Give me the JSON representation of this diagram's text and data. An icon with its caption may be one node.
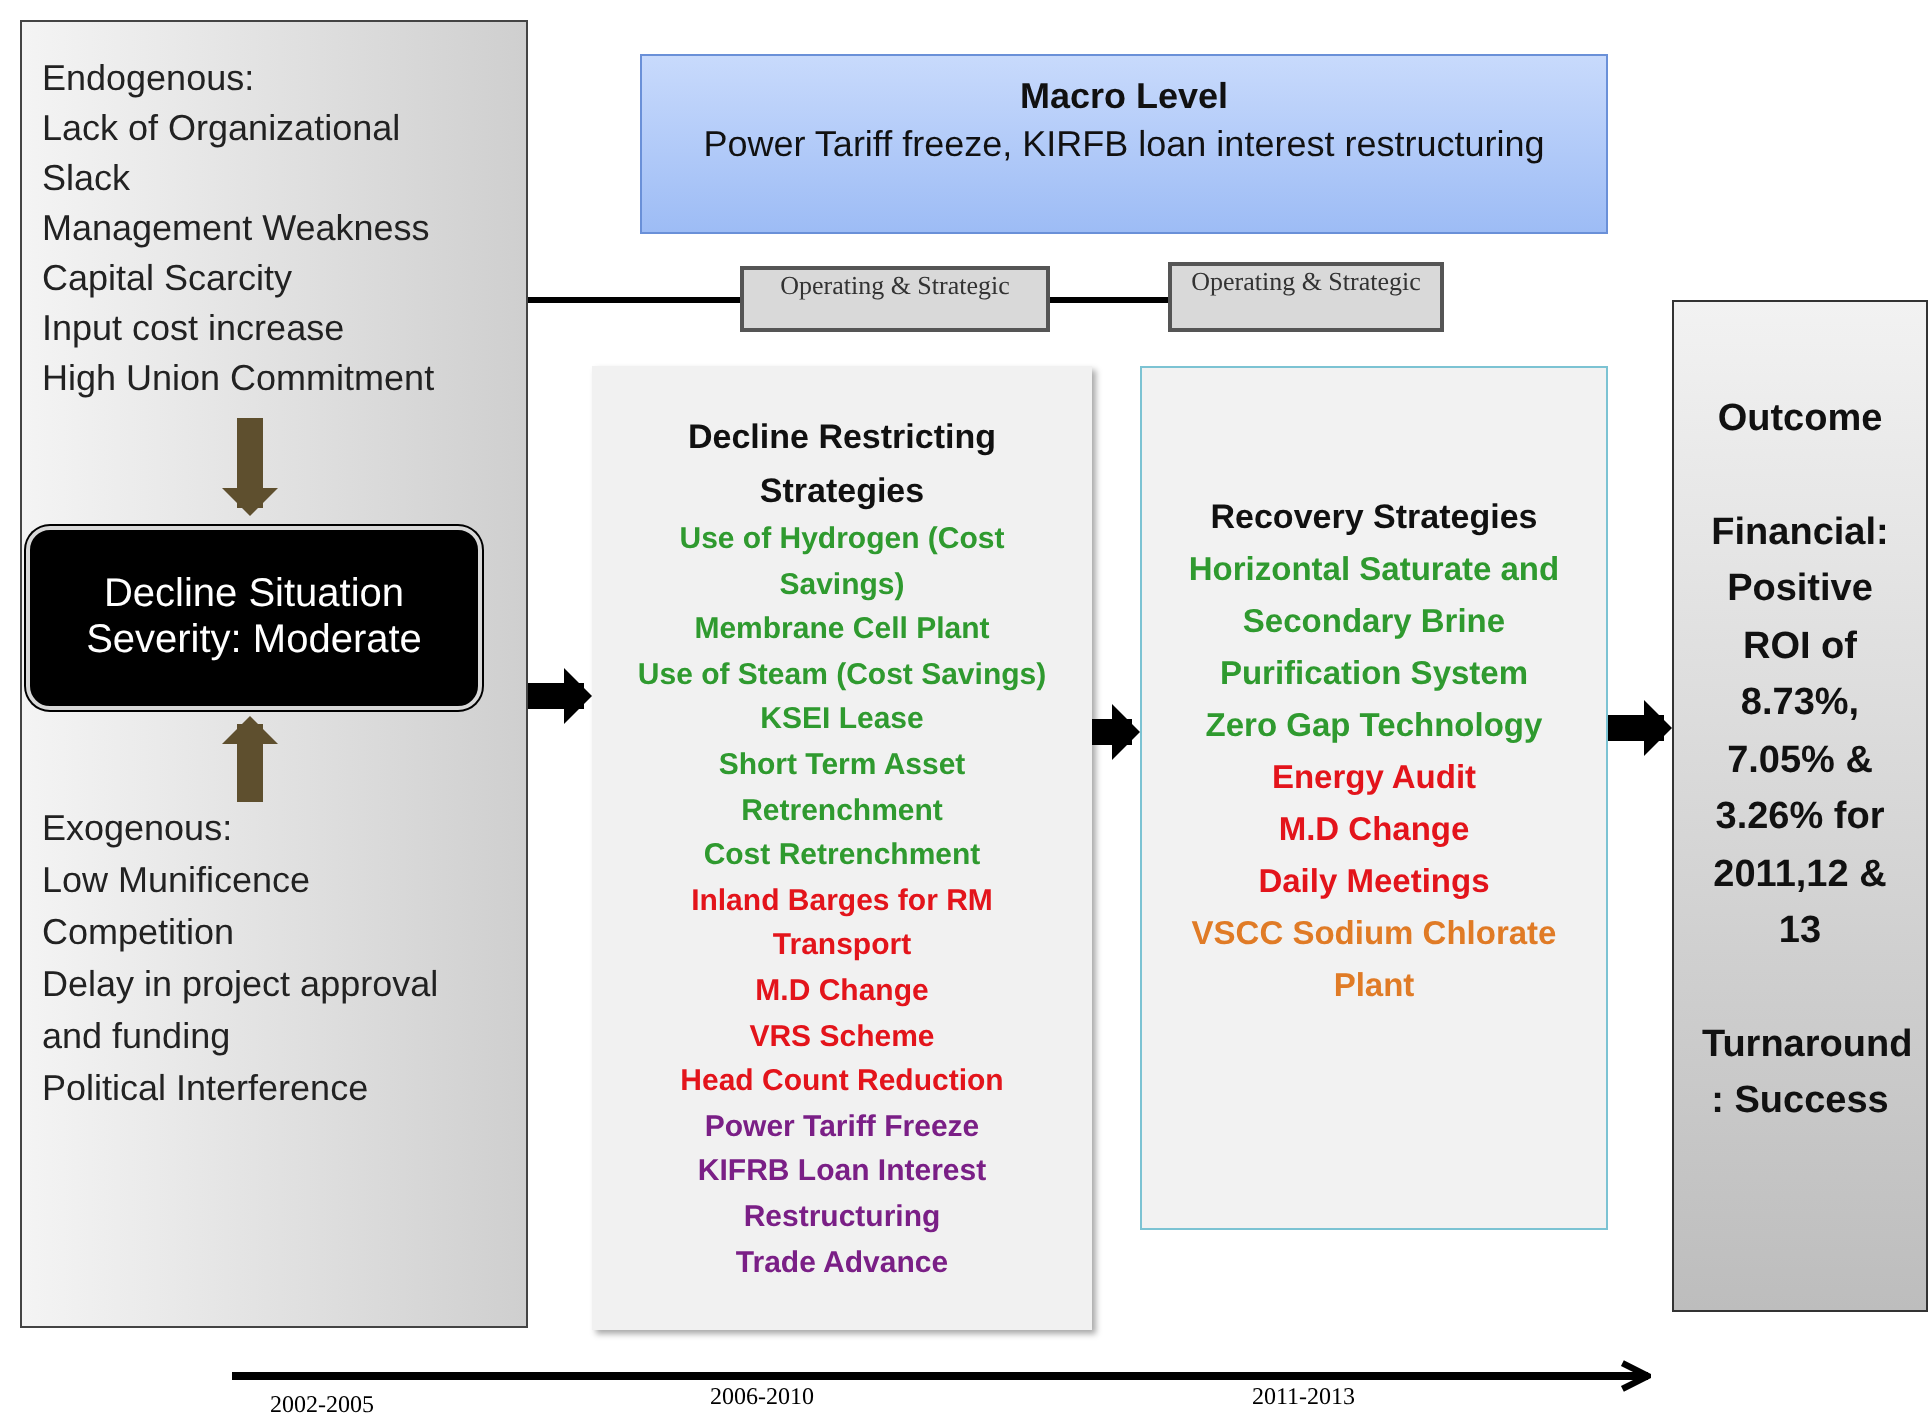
{
  "diagram": {
    "nodes": [
      {
        "text": [],
        "shape": "box"
      },
      {
        "text": [
          "Endogenous:",
          "Lack of Organizational Slack",
          "Management Weakness",
          "Capital Scarcity",
          "Input cost increase",
          "High Union Commitment"
        ],
        "in": 0
      },
      {
        "text": [
          "Decline Situation Severity: Moderate"
        ],
        "in": 0
      },
      {
        "text": [
          "Exogenous:",
          "Low Munificence",
          "Competition",
          "Delay in project approval and funding",
          "Political Interference"
        ],
        "in": 0
      },
      {
        "text": [
          "Macro Level",
          "Power Tariff freeze, KIRFB loan interest restructuring"
        ]
      },
      {
        "text": [
          "Operating & Strategic"
        ]
      },
      {
        "text": [
          "Operating & Strategic"
        ]
      },
      {
        "text": [
          "Decline Restricting Strategies",
          "Use of Hydrogen (Cost Savings)",
          "Membrane Cell Plant",
          "Use of Steam (Cost Savings)",
          "KSEI Lease",
          "Short Term Asset Retrenchment",
          "Cost Retrenchment",
          "Inland Barges for RM Transport",
          "M.D Change",
          "VRS Scheme",
          "Head Count Reduction",
          "Power Tariff Freeze",
          "KIFRB Loan Interest Restructuring",
          "Trade Advance"
        ]
      },
      {
        "text": [
          "Recovery Strategies",
          "Horizontal Saturate and Secondary Brine Purification System",
          "Zero Gap Technology",
          "Energy Audit",
          "M.D Change",
          "Daily Meetings",
          "VSCC Sodium Chlorate Plant"
        ]
      },
      {
        "text": [
          "Outcome",
          "Financial: Positive ROI of 8.73%, 7.05% & 3.26% for 2011,12 & 13",
          "Turnaround : Success"
        ]
      }
    ],
    "edges": [
      {
        "from": 1,
        "to": 2,
        "arrow": "to",
        "color": "#5e4f2e"
      },
      {
        "from": 3,
        "to": 2,
        "arrow": "to",
        "color": "#5e4f2e"
      },
      {
        "from": 0,
        "to": 5,
        "arrow": "none"
      },
      {
        "from": 5,
        "to": 6,
        "arrow": "none"
      },
      {
        "from": 0,
        "to": 7,
        "arrow": "to"
      },
      {
        "from": 7,
        "to": 8,
        "arrow": "to"
      },
      {
        "from": 8,
        "to": 9,
        "arrow": "to"
      }
    ],
    "labels": [
      "2002-2005",
      "2006-2010",
      "2011-2013"
    ]
  }
}
